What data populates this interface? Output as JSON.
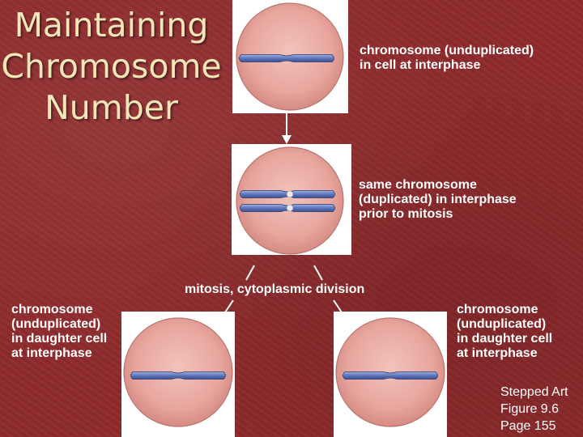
{
  "slide": {
    "title_lines": [
      "Maintaining",
      "Chromosome",
      "Number"
    ]
  },
  "labels": {
    "interphase_top": [
      "chromosome (unduplicated)",
      "in cell at interphase"
    ],
    "duplicated": [
      "same chromosome",
      "(duplicated) in interphase",
      "prior to mitosis"
    ],
    "division": "mitosis, cytoplasmic division",
    "daughter_left": [
      "chromosome",
      "(unduplicated)",
      "in daughter cell",
      "at interphase"
    ],
    "daughter_right": [
      "chromosome",
      "(unduplicated)",
      "in daughter cell",
      "at interphase"
    ]
  },
  "credit": [
    "Stepped Art",
    "Figure 9.6",
    "Page 155"
  ],
  "colors": {
    "background": "#8e2a2c",
    "title": "#f3e6b8",
    "cell": "#e8a7a0",
    "chromosome": "#5d74b8",
    "caption": "#ffffff"
  }
}
